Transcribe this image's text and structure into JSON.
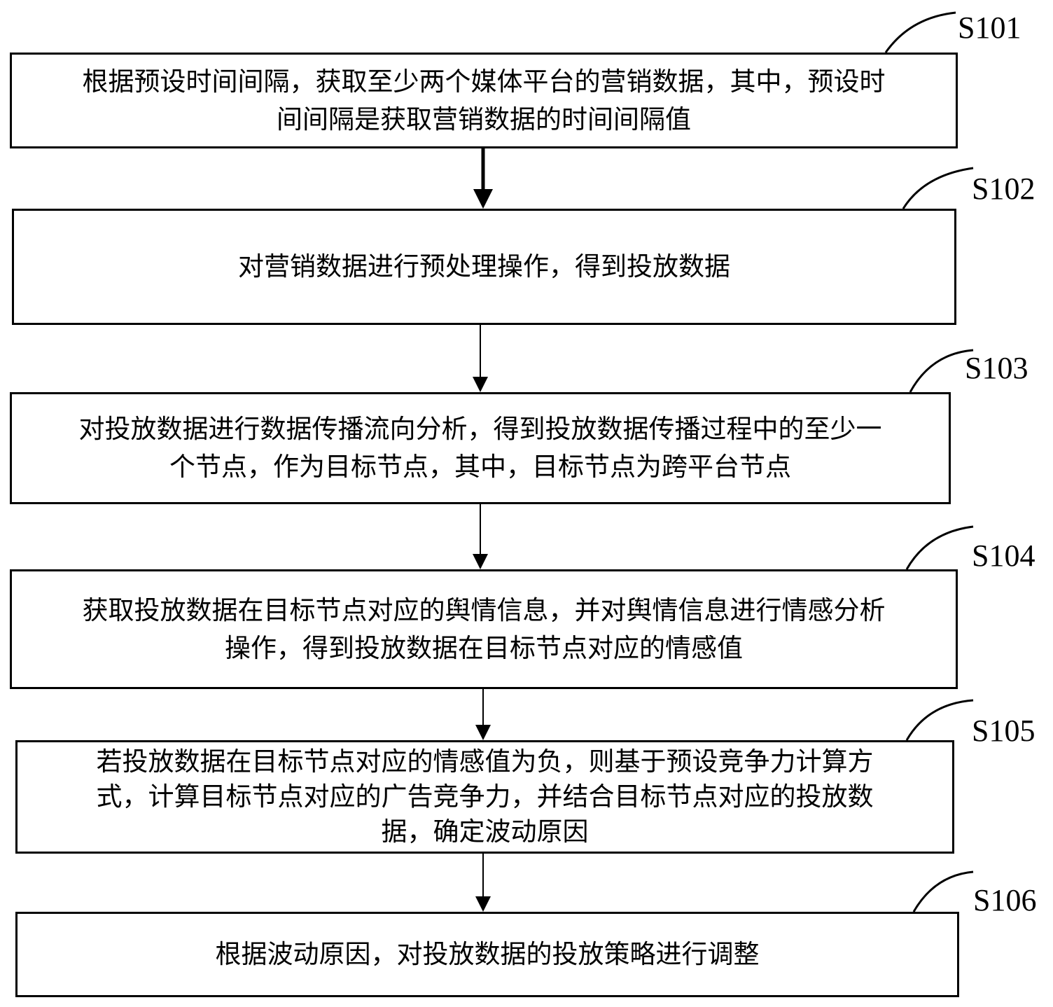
{
  "steps": [
    {
      "id": "S101",
      "lines": [
        "根据预设时间间隔，获取至少两个媒体平台的营销数据，其中，预设时",
        "间间隔是获取营销数据的时间间隔值"
      ]
    },
    {
      "id": "S102",
      "lines": [
        "对营销数据进行预处理操作，得到投放数据"
      ]
    },
    {
      "id": "S103",
      "lines": [
        "对投放数据进行数据传播流向分析，得到投放数据传播过程中的至少一",
        "个节点，作为目标节点，其中，目标节点为跨平台节点"
      ]
    },
    {
      "id": "S104",
      "lines": [
        "获取投放数据在目标节点对应的舆情信息，并对舆情信息进行情感分析",
        "操作，得到投放数据在目标节点对应的情感值"
      ]
    },
    {
      "id": "S105",
      "lines": [
        "若投放数据在目标节点对应的情感值为负，则基于预设竞争力计算方",
        "式，计算目标节点对应的广告竞争力，并结合目标节点对应的投放数",
        "据，确定波动原因"
      ]
    },
    {
      "id": "S106",
      "lines": [
        "根据波动原因，对投放数据的投放策略进行调整"
      ]
    }
  ]
}
